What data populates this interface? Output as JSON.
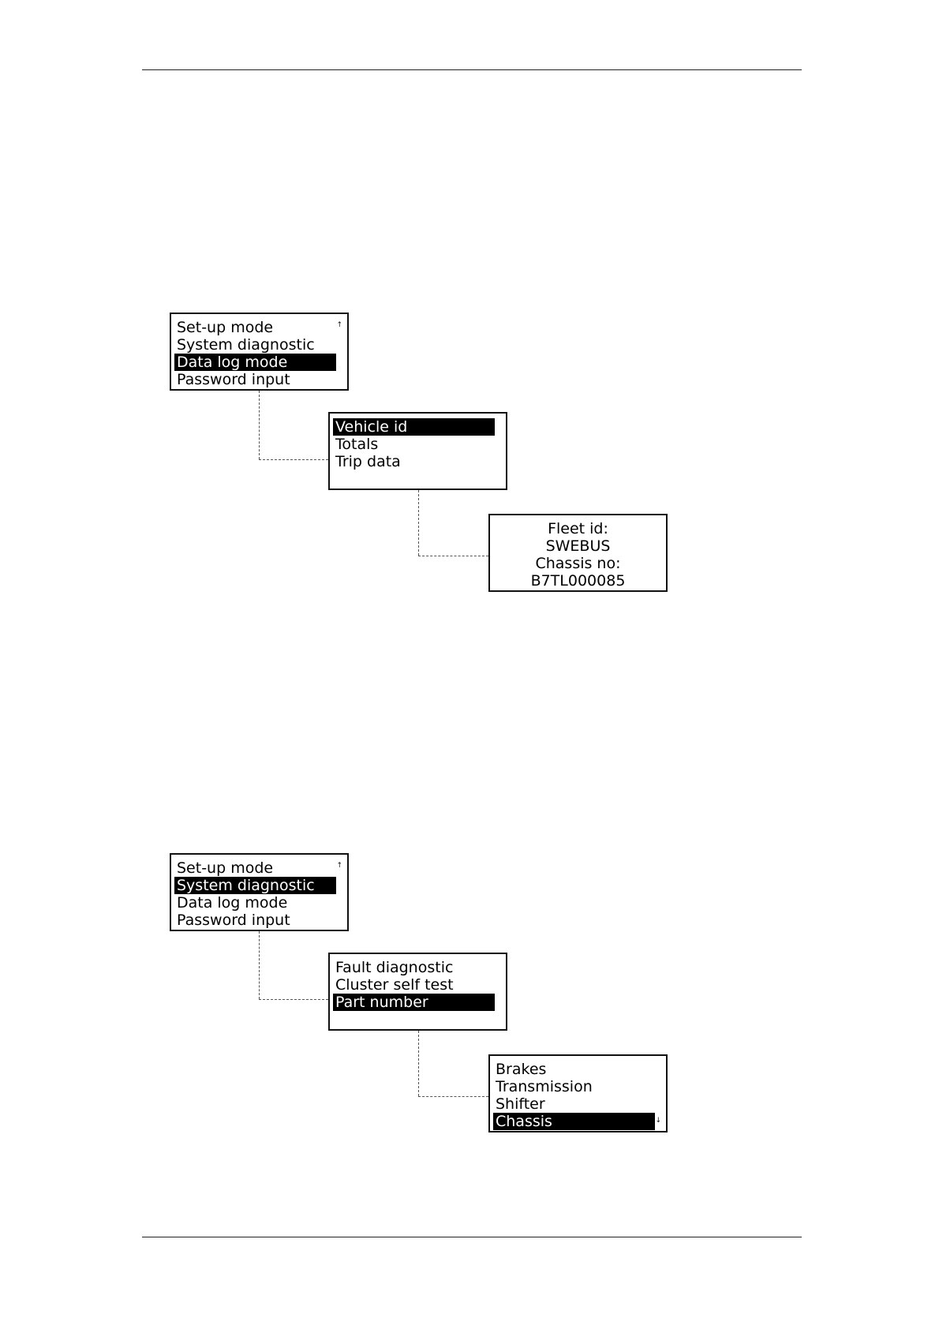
{
  "diagram1": {
    "main_menu": {
      "items": [
        "Set-up mode",
        "System diagnostic",
        "Data log mode",
        "Password input"
      ],
      "selected": 2,
      "scroll_icon": "up-arrow-icon"
    },
    "data_log_menu": {
      "items": [
        "Vehicle id",
        "Totals",
        "Trip data",
        ""
      ],
      "selected": 0
    },
    "vehicle_id_screen": {
      "lines": [
        "Fleet id:",
        "SWEBUS",
        "Chassis no:",
        "B7TL000085"
      ]
    }
  },
  "diagram2": {
    "main_menu": {
      "items": [
        "Set-up mode",
        "System diagnostic",
        "Data log mode",
        "Password input"
      ],
      "selected": 1,
      "scroll_icon": "up-arrow-icon"
    },
    "system_diag_menu": {
      "items": [
        "Fault diagnostic",
        "Cluster self test",
        "Part number",
        ""
      ],
      "selected": 2
    },
    "part_number_menu": {
      "items": [
        "Brakes",
        "Transmission",
        "Shifter",
        "Chassis"
      ],
      "selected": 3,
      "scroll_icon": "down-arrow-icon"
    }
  },
  "glyphs": {
    "up_arrow": "↑",
    "down_arrow": "↓"
  }
}
